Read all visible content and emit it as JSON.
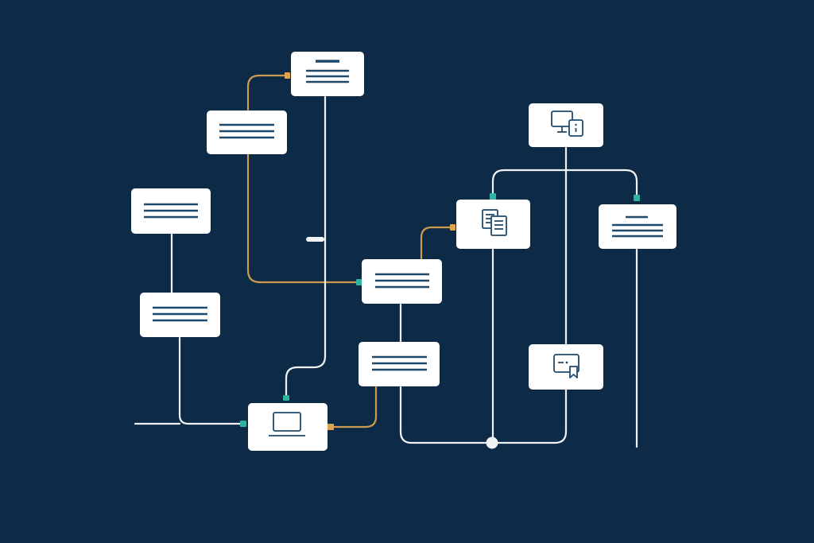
{
  "colors": {
    "background": "#0d2a47",
    "card_fill": "#ffffff",
    "card_glyph": "#1f4a6e",
    "connector_white": "#f0f3f6",
    "connector_orange": "#d09a4e",
    "port_teal": "#2eb3a0",
    "port_orange": "#e0a24d"
  },
  "nodes": [
    {
      "id": "doc-top",
      "icon": "document-lines",
      "interactable": true
    },
    {
      "id": "doc-left-upper",
      "icon": "document-lines",
      "interactable": true
    },
    {
      "id": "doc-left-mid",
      "icon": "document-lines",
      "interactable": true
    },
    {
      "id": "doc-left-lower",
      "icon": "document-lines",
      "interactable": true
    },
    {
      "id": "doc-center",
      "icon": "document-lines",
      "interactable": true
    },
    {
      "id": "doc-center-lower",
      "icon": "document-lines",
      "interactable": true
    },
    {
      "id": "laptop",
      "icon": "laptop-icon",
      "interactable": true
    },
    {
      "id": "copy-docs",
      "icon": "copy-documents-icon",
      "interactable": true
    },
    {
      "id": "monitor-device",
      "icon": "monitor-device-icon",
      "interactable": true
    },
    {
      "id": "doc-right",
      "icon": "document-lines",
      "interactable": true
    },
    {
      "id": "certificate",
      "icon": "certificate-icon",
      "interactable": true
    }
  ]
}
